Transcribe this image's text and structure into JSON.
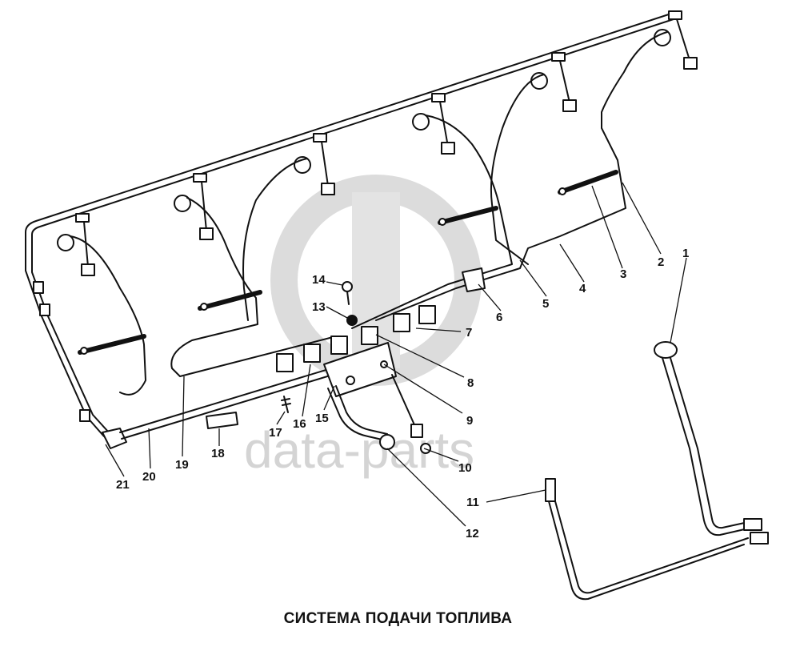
{
  "diagram": {
    "caption": "СИСТЕМА ПОДАЧИ ТОПЛИВА",
    "watermark": {
      "text": "data-parts",
      "color": "#d4d4d4"
    },
    "line_color": "#111111",
    "callouts": [
      {
        "id": "1",
        "label": "1"
      },
      {
        "id": "2",
        "label": "2"
      },
      {
        "id": "3",
        "label": "3"
      },
      {
        "id": "4",
        "label": "4"
      },
      {
        "id": "5",
        "label": "5"
      },
      {
        "id": "6",
        "label": "6"
      },
      {
        "id": "7",
        "label": "7"
      },
      {
        "id": "8",
        "label": "8"
      },
      {
        "id": "9",
        "label": "9"
      },
      {
        "id": "10",
        "label": "10"
      },
      {
        "id": "11",
        "label": "11"
      },
      {
        "id": "12",
        "label": "12"
      },
      {
        "id": "13",
        "label": "13"
      },
      {
        "id": "14",
        "label": "14"
      },
      {
        "id": "15",
        "label": "15"
      },
      {
        "id": "16",
        "label": "16"
      },
      {
        "id": "17",
        "label": "17"
      },
      {
        "id": "18",
        "label": "18"
      },
      {
        "id": "19",
        "label": "19"
      },
      {
        "id": "20",
        "label": "20"
      },
      {
        "id": "21",
        "label": "21"
      }
    ]
  }
}
